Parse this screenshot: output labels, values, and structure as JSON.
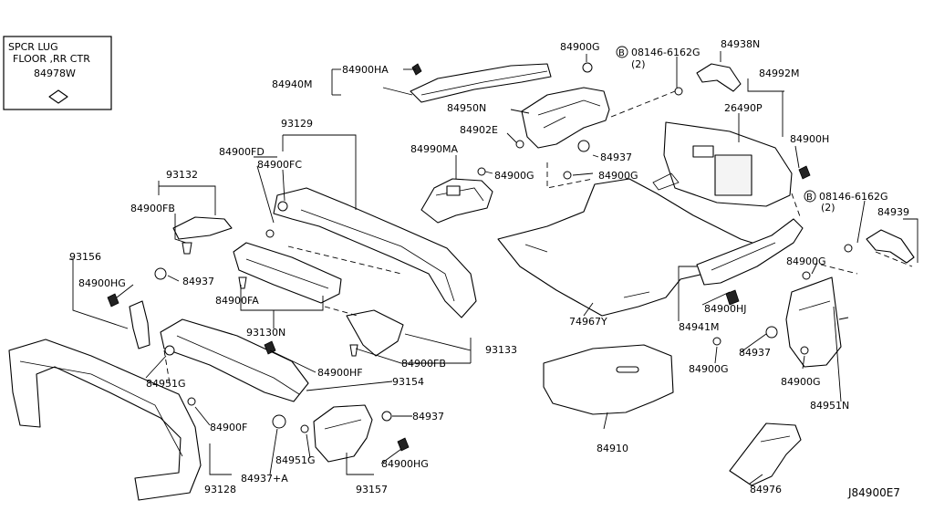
{
  "inset": {
    "line1": "SPCR LUG",
    "line2": "FLOOR ,RR CTR",
    "part": "84978W"
  },
  "bolt_a": {
    "symbol": "B",
    "part": "08146-6162G",
    "qty": "(2)"
  },
  "bolt_b": {
    "symbol": "B",
    "part": "08146-6162G",
    "qty": "(2)"
  },
  "labels": {
    "84900HA": "84900HA",
    "84940M": "84940M",
    "84900G_top": "84900G",
    "84938N": "84938N",
    "84992M": "84992M",
    "84950N": "84950N",
    "26490P": "26490P",
    "84902E": "84902E",
    "84937_mid": "84937",
    "84900H": "84900H",
    "84990MA": "84990MA",
    "84900G_mid1": "84900G",
    "84900G_mid2": "84900G",
    "93129": "93129",
    "84900FD": "84900FD",
    "84900FC": "84900FC",
    "93132": "93132",
    "84900FB_a": "84900FB",
    "84939": "84939",
    "93156": "93156",
    "84900HG_a": "84900HG",
    "84937_a": "84937",
    "84900G_r1": "84900G",
    "84900FA": "84900FA",
    "84900HJ": "84900HJ",
    "74967Y": "74967Y",
    "84941M": "84941M",
    "93130N": "93130N",
    "93133": "93133",
    "84937_r": "84937",
    "84900G_r2": "84900G",
    "84900FB_b": "84900FB",
    "84951G_a": "84951G",
    "84900HF": "84900HF",
    "84900G_r3": "84900G",
    "93154": "93154",
    "84951N": "84951N",
    "84900F": "84900F",
    "84937_b": "84937",
    "84910": "84910",
    "84951G_b": "84951G",
    "84900HG_b": "84900HG",
    "93128": "93128",
    "84937A": "84937+A",
    "93157": "93157",
    "84976": "84976",
    "diagram_id": "J84900E7"
  }
}
